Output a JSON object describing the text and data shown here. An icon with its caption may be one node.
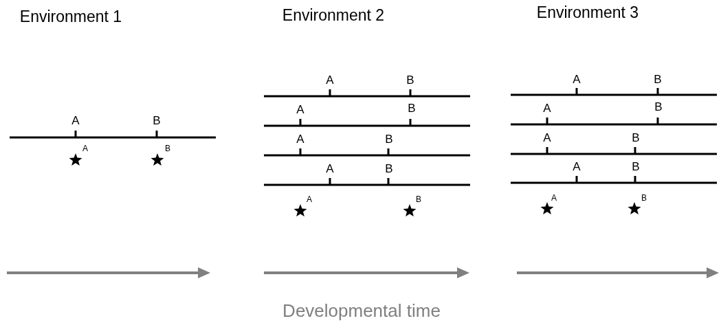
{
  "diagram": {
    "labels": [
      "Environment 1",
      "A",
      "B",
      "A",
      "B",
      "Environment 2",
      "A",
      "B",
      "A",
      "B",
      "A",
      "B",
      "A",
      "B",
      "A",
      "B",
      "Environment 3",
      "A",
      "B",
      "A",
      "B",
      "A",
      "B",
      "A",
      "B",
      "A",
      "B",
      "Developmental time"
    ]
  }
}
